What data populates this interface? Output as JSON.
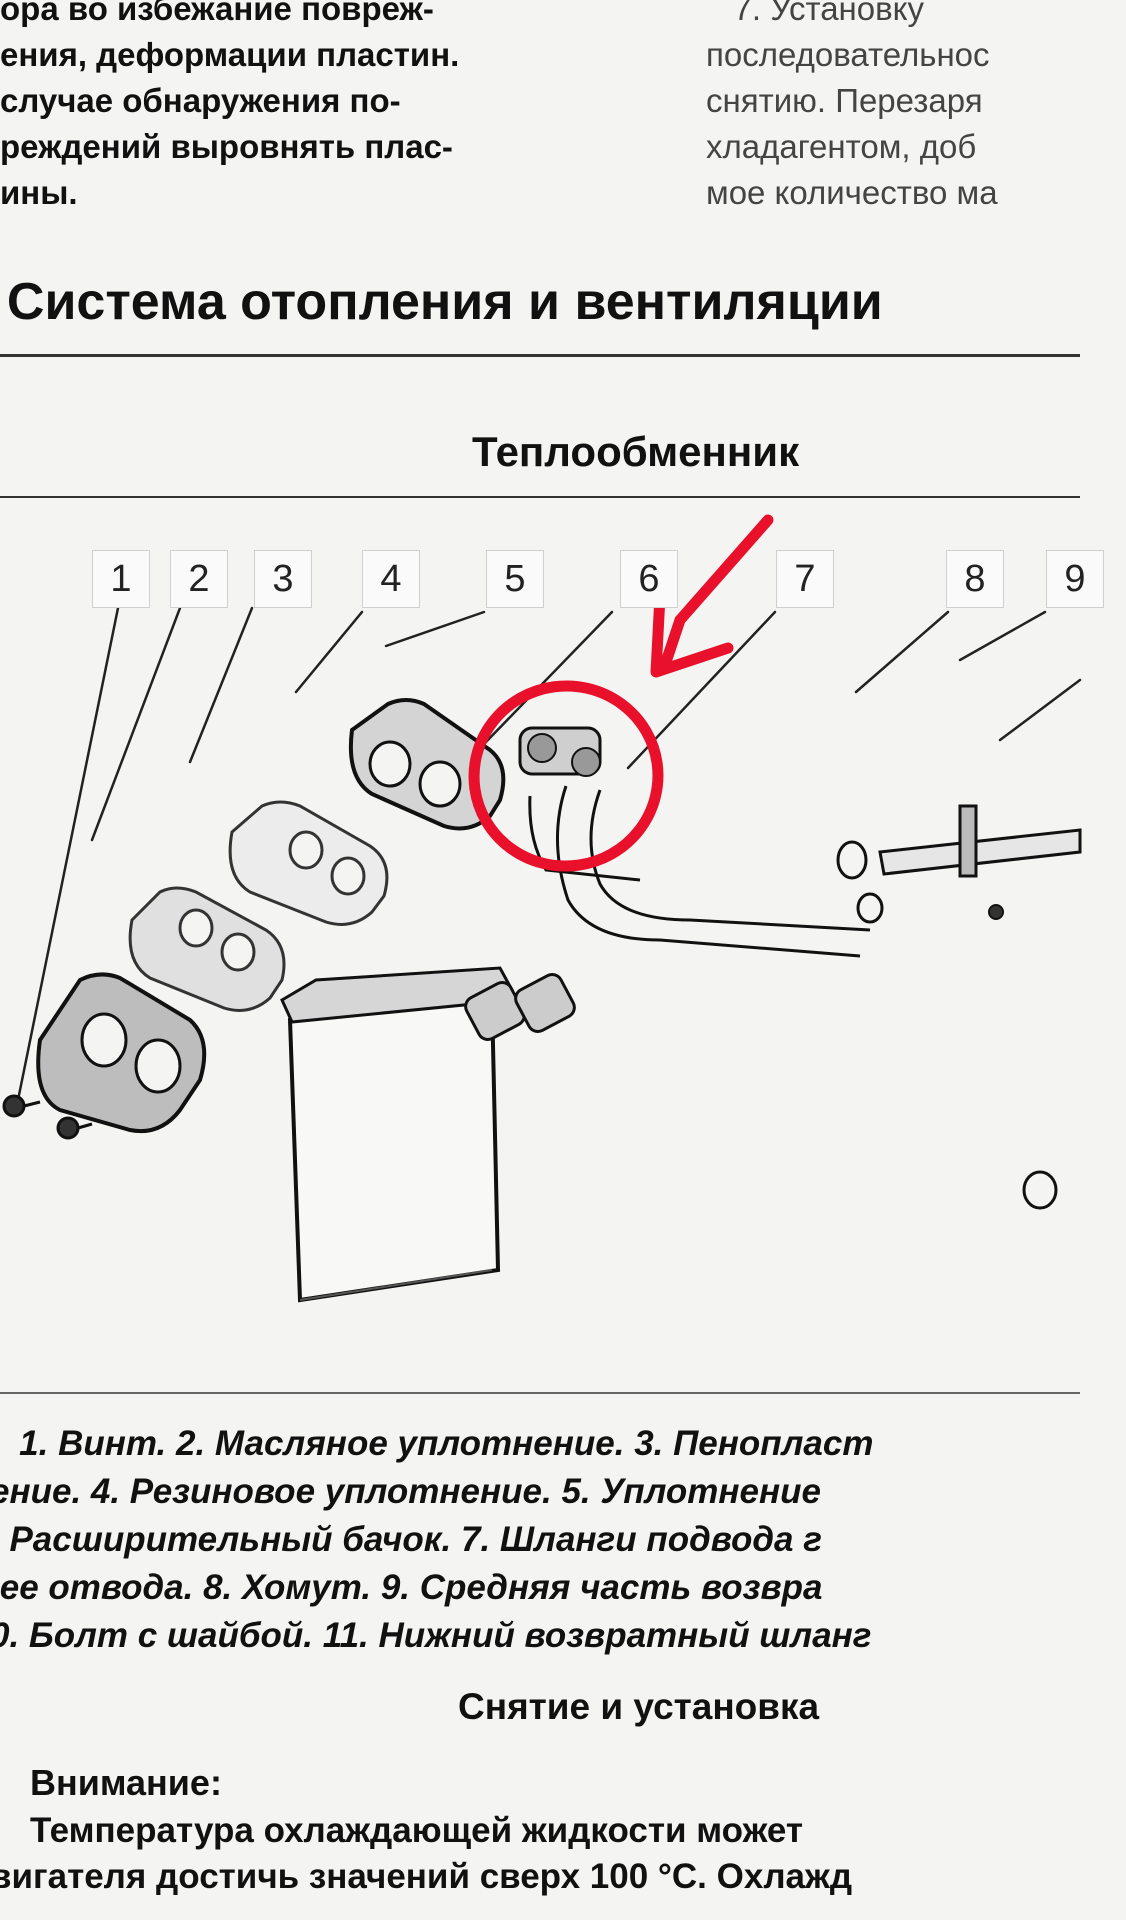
{
  "top_text": {
    "left_lines": [
      "ора во избежание повреж-",
      "ения, деформации пластин.",
      " случае обнаружения по-",
      "реждений выровнять плас-",
      "ины."
    ],
    "right_lines": [
      "   7. Установку",
      "последовательнос",
      "снятию. Перезаря",
      "хладагентом, доб",
      "мое количество ма"
    ]
  },
  "section": {
    "title": ". Система отопления и вентиляции"
  },
  "figure": {
    "title": "Теплообменник",
    "callouts": [
      "1",
      "2",
      "3",
      "4",
      "5",
      "6",
      "7",
      "8",
      "9"
    ]
  },
  "caption": {
    "lines": [
      "   1. Винт. 2. Масляное уплотнение. 3. Пенопласт",
      "ение. 4. Резиновое уплотнение. 5. Уплотнение",
      ". Расширительный бачок. 7. Шланги подвода г",
      " ее отвода. 8. Хомут. 9. Средняя часть возвра",
      "0. Болт с шайбой. 11. Нижний возвратный шланг"
    ]
  },
  "subsection": {
    "title": "Снятие и установка"
  },
  "warning": {
    "label": "Внимание:",
    "lines": [
      "Температура охлаждающей жидкости может",
      "вигателя достичь значений сверх 100 °С. Охлажд"
    ]
  },
  "annotation": {
    "color": "#e8102a"
  }
}
